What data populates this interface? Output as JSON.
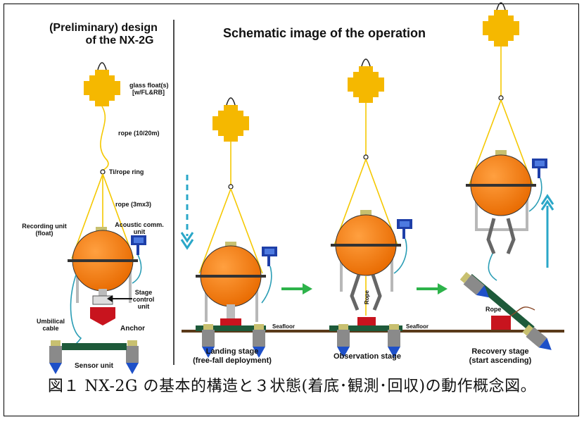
{
  "left_panel": {
    "title_line1": "(Preliminary) design",
    "title_line2": "of the NX-2G",
    "labels": {
      "glass_float_1": "glass float(s)",
      "glass_float_2": "[w/FL&RB]",
      "rope_long": "rope (10/20m)",
      "ring": "Ti/rope ring",
      "rope_short": "rope (3mx3)",
      "recording_1": "Recording unit",
      "recording_2": "(float)",
      "acoustic_1": "Acoustic comm.",
      "acoustic_2": "unit",
      "stage_1": "Stage",
      "stage_2": "control",
      "stage_3": "unit",
      "anchor": "Anchor",
      "umbilical_1": "Umbilical",
      "umbilical_2": "cable",
      "sensor": "Sensor unit"
    }
  },
  "right_panel": {
    "title": "Schematic image of the operation",
    "seafloor": "Seafloor",
    "rope_vertical": "Rope",
    "rope_label": "Rope",
    "stages": [
      {
        "line1": "Landing stage",
        "line2": "(free-fall deployment)"
      },
      {
        "line1": "Observation stage",
        "line2": ""
      },
      {
        "line1": "Recovery stage",
        "line2": "(start ascending)"
      }
    ]
  },
  "caption": "図１ NX-2G の基本的構造と３状態(着底･観測･回収)の動作概念図。",
  "colors": {
    "float": "#F5B800",
    "sphere": "#F07A10",
    "rope": "#F5C800",
    "cable": "#2A9DB5",
    "anchor": "#C8141E",
    "sensor_bar": "#1E5A3A",
    "arrow_green": "#2DB34A",
    "arrow_blue": "#2AA7C8"
  }
}
